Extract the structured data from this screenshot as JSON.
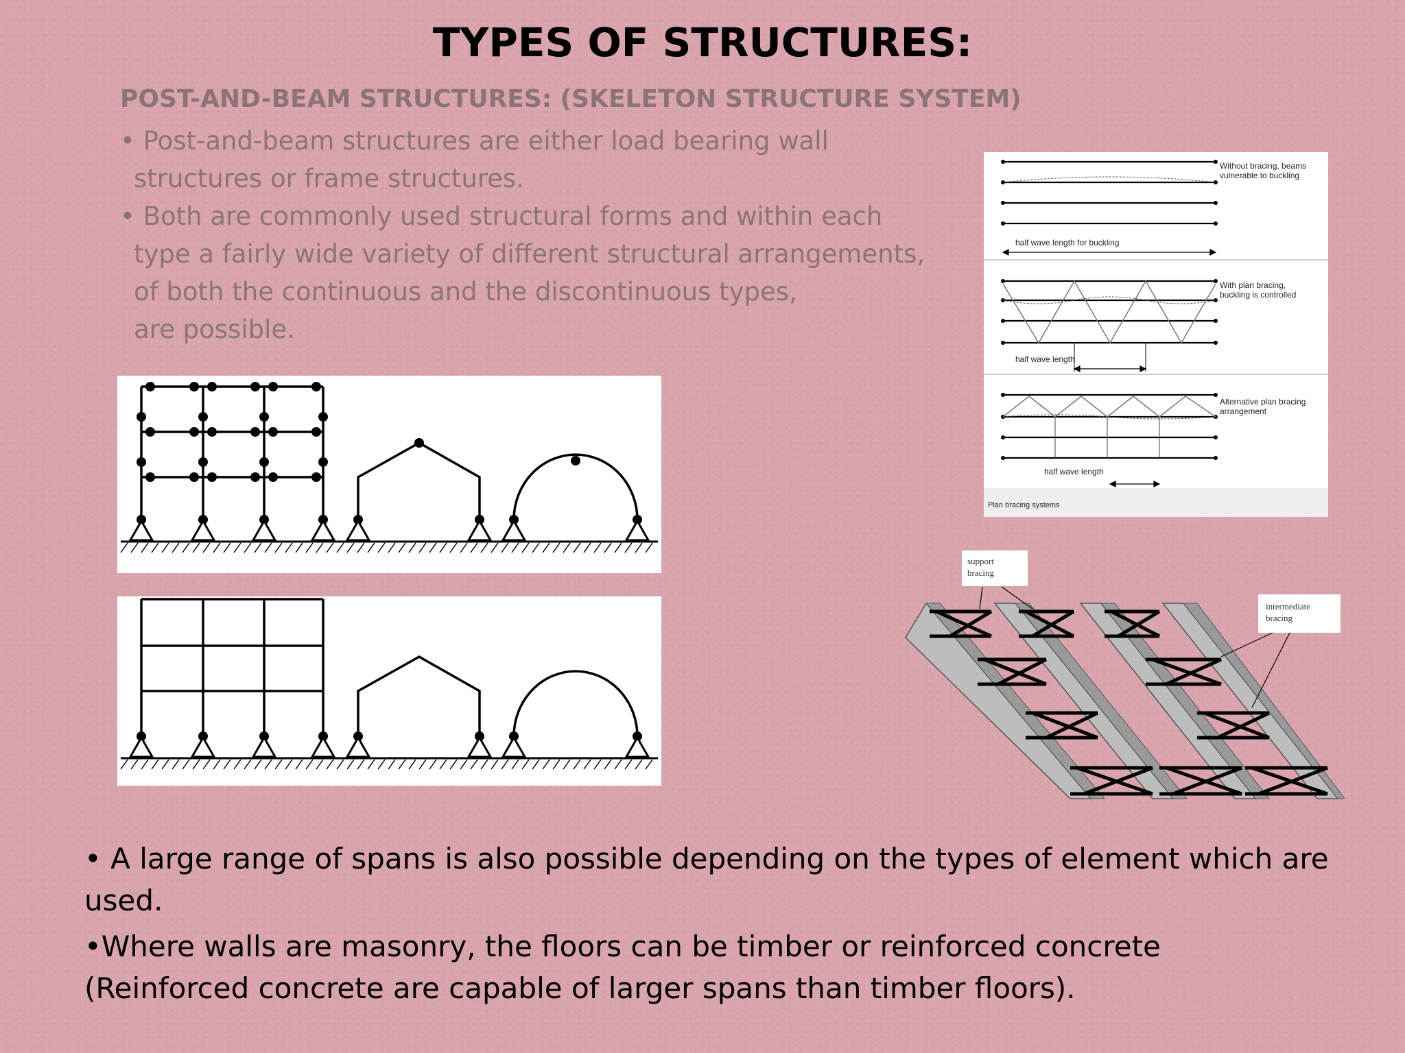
{
  "title": "TYPES OF STRUCTURES:",
  "subtitle": "POST-AND-BEAM STRUCTURES: (SKELETON STRUCTURE SYSTEM)",
  "intro_lines": [
    "• Post-and-beam structures are either load bearing wall",
    "structures or frame structures.",
    "• Both are commonly used structural forms and within each",
    "type a fairly wide variety of different structural arrangements,",
    "of both the continuous and the discontinuous types,",
    "are possible."
  ],
  "bracing_diagram": {
    "notes": [
      "Without bracing, beams",
      "vulnerable to buckling",
      "With plan bracing,",
      "buckling is controlled",
      "Alternative plan bracing",
      "arrangement"
    ],
    "dims": [
      "half wave length for buckling",
      "half wave length",
      "half wave length"
    ],
    "caption": "Plan bracing systems"
  },
  "girder_labels": {
    "support": [
      "support",
      "bracing"
    ],
    "intermediate": [
      "intermediate",
      "bracing"
    ]
  },
  "bottom_text": [
    "• A large range of spans is also possible depending on the types of element which are used.",
    "•Where walls are masonry, the floors can be timber or reinforced concrete (Reinforced concrete are capable of larger spans than timber floors)."
  ]
}
